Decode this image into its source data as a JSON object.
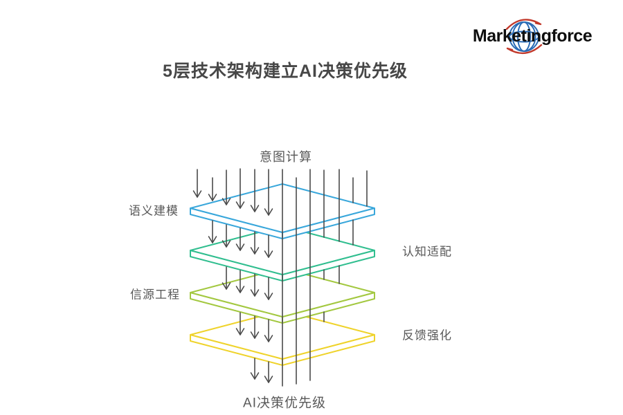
{
  "logo": {
    "brand": "Marketingforce",
    "globe_color": "#2A6BB5",
    "swoosh_color": "#C2392B"
  },
  "title": "5层技术架构建立AI决策优先级",
  "diagram": {
    "input_label": "意图计算",
    "output_label": "AI决策优先级",
    "arrow_color": "#4A4A4A",
    "layers": [
      {
        "label": "语义建模",
        "side": "left",
        "color": "#39A7DB"
      },
      {
        "label": "认知适配",
        "side": "right",
        "color": "#30BE8F"
      },
      {
        "label": "信源工程",
        "side": "left",
        "color": "#A3C840"
      },
      {
        "label": "反馈强化",
        "side": "right",
        "color": "#EFD32B"
      }
    ]
  }
}
